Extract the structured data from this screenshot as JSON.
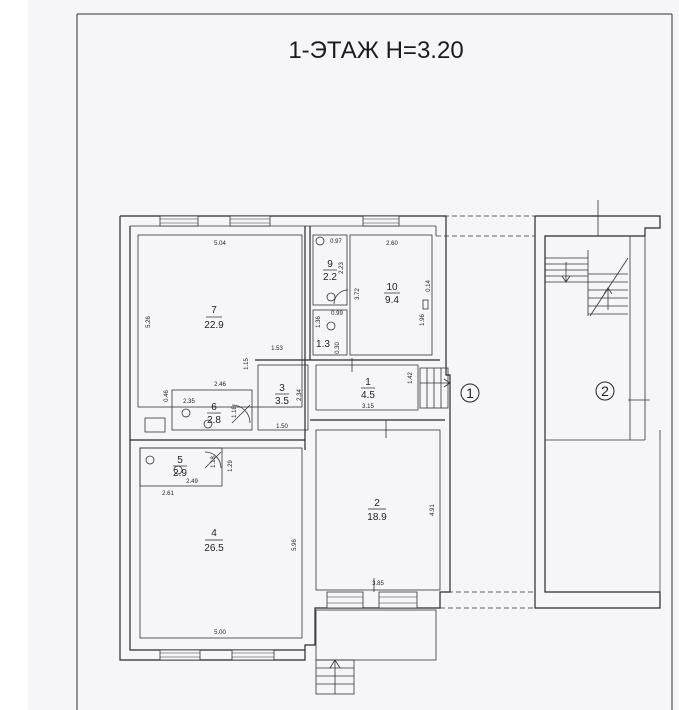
{
  "title": "1-ЭТАЖ  H=3.20",
  "rooms": [
    {
      "id": "7",
      "number": "7",
      "area": "22.9"
    },
    {
      "id": "9",
      "number": "9",
      "area": "2.2"
    },
    {
      "id": "10",
      "number": "10",
      "area": "9.4"
    },
    {
      "id": "13",
      "number": "1.3",
      "area": ""
    },
    {
      "id": "3",
      "number": "3",
      "area": "3.5"
    },
    {
      "id": "1",
      "number": "1",
      "area": "4.5"
    },
    {
      "id": "6",
      "number": "6",
      "area": "2.8"
    },
    {
      "id": "5",
      "number": "5",
      "area": "2.9"
    },
    {
      "id": "4",
      "number": "4",
      "area": "26.5"
    },
    {
      "id": "2",
      "number": "2",
      "area": "18.9"
    }
  ],
  "dimensions": {
    "d504": "5.04",
    "d526": "5.26",
    "d097": "0.97",
    "d223": "2.23",
    "d260": "2.60",
    "d372": "3.72",
    "d014": "0.14",
    "d196": "1.96",
    "d136": "1.36",
    "d099": "0.99",
    "d030": "0.30",
    "d153": "1.53",
    "d115": "1.15",
    "d246": "2.46",
    "d235": "2.35",
    "d046": "0.46",
    "d118a": "1.18",
    "d234": "2.34",
    "d142": "1.42",
    "d315": "3.15",
    "d150": "1.50",
    "d118b": "1.18",
    "d129": "1.29",
    "d249": "2.49",
    "d261": "2.61",
    "d596": "5.96",
    "d491": "4.91",
    "d385": "3.85",
    "d500": "5.00"
  },
  "axis_markers": {
    "m1": "1",
    "m2": "2"
  }
}
